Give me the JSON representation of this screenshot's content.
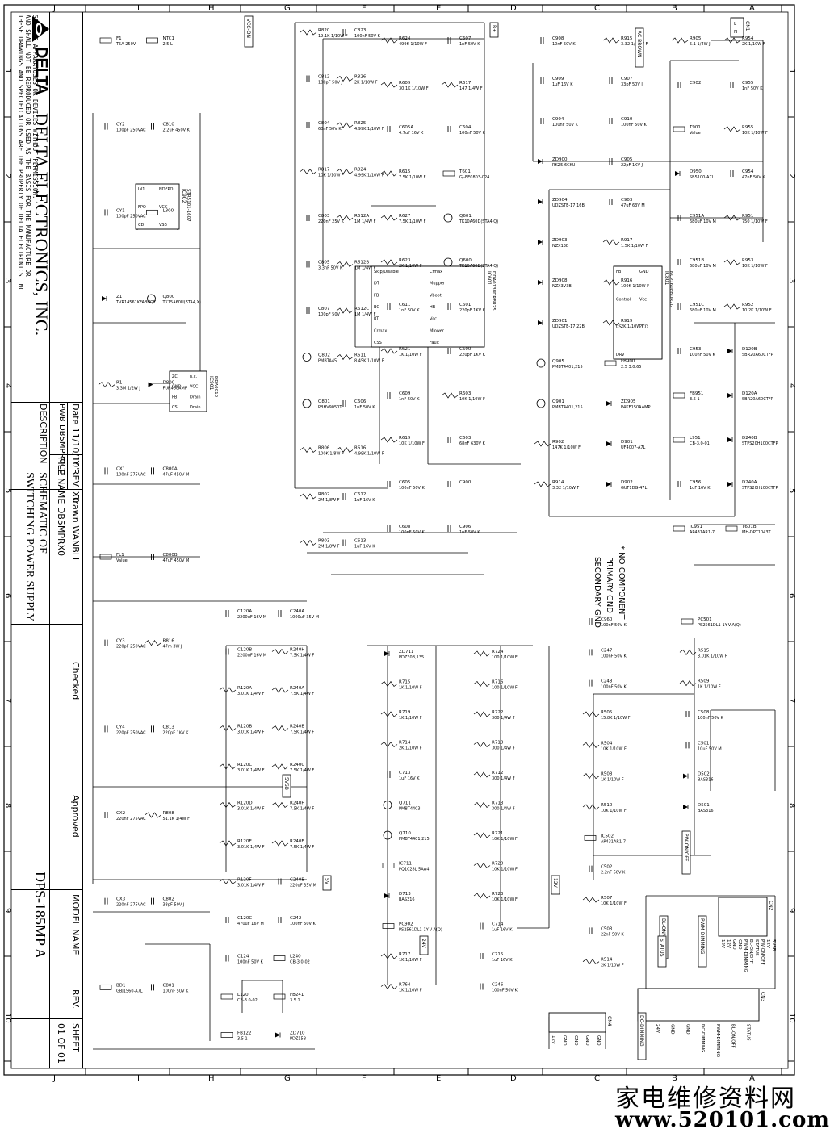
{
  "grid": {
    "cols": [
      "J",
      "I",
      "H",
      "G",
      "F",
      "E",
      "D",
      "C",
      "B",
      "A"
    ],
    "rows": [
      "1",
      "2",
      "3",
      "4",
      "5",
      "6",
      "7",
      "8",
      "9",
      "10"
    ]
  },
  "title_block": {
    "company": "DELTA ELECTRONICS, INC.",
    "logo_text": "DELTA",
    "notice": [
      "THESE DRAWINGS AND SPECIFICATIONS ARE THE PROPERTY OF DELTA ELECTRONICS INC",
      "AND SHALL NOT BE REPRODUCED OR USED AS THE BASIS FOR THE MANUFACTURE OR",
      "SELL OF APPARATUSES OR DEVICES WITHOUT PERMISSION."
    ],
    "date": "Date 11/10/10'",
    "ly_rev": "LY REV. X0",
    "drawn": "Drawn WANBLI",
    "pwb": "PWB DB5MPR0C0",
    "file_name": "FILE NAME DB5MPRX0",
    "description_label": "DESCRIPTION",
    "description": "SCHEMATIC OF",
    "description2": "SWITCHING POWER SUPPLY",
    "checked": "Checked",
    "approved": "Approved",
    "model_label": "MODEL NAME",
    "model": "DPS-185MP A",
    "rev_label": "REV.",
    "sheet_label": "SHEET",
    "sheet": "01 OF 01"
  },
  "notes": {
    "no_component": "* NO COMPONENT",
    "primary_gnd": "PRIMARY GND",
    "secondary_gnd": "SECONDARY GND"
  },
  "watermark": {
    "cn": "家电维修资料网",
    "url": "www.520101.com"
  },
  "ics": [
    {
      "ref": "IC902",
      "part": "STR5101-1607",
      "pins": [
        "IN1",
        "FPO",
        "CD",
        "NDFPO",
        "VCC",
        "VSS"
      ]
    },
    {
      "ref": "IC901",
      "part": "DDA0010",
      "pins": [
        "ZC",
        "GND",
        "FB",
        "CS",
        "n.c.",
        "VCC",
        "Drain",
        "Drain"
      ]
    },
    {
      "ref": "IC601",
      "part": "DDA0138DRBR25",
      "pins": [
        "Skip/Disable",
        "DT",
        "FB",
        "BO",
        "RT",
        "Crmax",
        "CSS",
        "Cfmax",
        "Mupper",
        "Vboot",
        "HB",
        "Vcc",
        "Mlower",
        "Fault"
      ]
    },
    {
      "ref": "IC801",
      "part": "NCP1608BDR2G",
      "pins": [
        "FB",
        "Control",
        "CS",
        "DRV",
        "GND",
        "Vcc",
        "ZCD"
      ]
    }
  ],
  "connectors": [
    {
      "ref": "CN1",
      "pins": [
        "L",
        "N"
      ]
    },
    {
      "ref": "CN2",
      "pins": [
        "12V",
        "12V",
        "GND",
        "GND",
        "PWM-DIMMING",
        "BL-ON/OFF",
        "STATUS",
        "PW-ON/OFF",
        "12V",
        "5VSB"
      ]
    },
    {
      "ref": "CN3",
      "pins": [
        "24V",
        "24V",
        "GND",
        "GND",
        "DC-DIMMING",
        "PWM-DIMMING",
        "BL-ON/OFF",
        "STATUS"
      ]
    },
    {
      "ref": "CN4",
      "pins": [
        "12V",
        "GND",
        "GND",
        "GND",
        "GND"
      ]
    }
  ],
  "nets": [
    "VCC-ON",
    "B+",
    "AC BROWN",
    "12V",
    "24V",
    "5V",
    "5VSB",
    "PW-ON/OFF",
    "BL-ON/OFF",
    "STATUS",
    "PWM-DIMMING",
    "DC-DIMMING"
  ],
  "components": [
    {
      "ref": "F1",
      "value": "T5A 250V"
    },
    {
      "ref": "CY2",
      "value": "100pF 250VAC"
    },
    {
      "ref": "CY1",
      "value": "100pF 250VAC"
    },
    {
      "ref": "Z1",
      "value": "TVR14561KFABUQY"
    },
    {
      "ref": "R1",
      "value": "3.3M 1/2W J"
    },
    {
      "ref": "CX1",
      "value": "100nF 275VAC"
    },
    {
      "ref": "FL1",
      "value": "Value"
    },
    {
      "ref": "CY3",
      "value": "220pF 250VAC"
    },
    {
      "ref": "CY4",
      "value": "220pF 250VAC"
    },
    {
      "ref": "CX2",
      "value": "220nF 275VAC"
    },
    {
      "ref": "CX3",
      "value": "220nF 275VAC"
    },
    {
      "ref": "BD1",
      "value": "GBJ1560-A7L"
    },
    {
      "ref": "NTC1",
      "value": "2.5 L"
    },
    {
      "ref": "C810",
      "value": "2.2uF 450V K"
    },
    {
      "ref": "L800",
      "value": ""
    },
    {
      "ref": "Q800",
      "value": "TK15A60U(STA4,X)"
    },
    {
      "ref": "D800",
      "value": "FUR460AMP"
    },
    {
      "ref": "C800A",
      "value": "47uF 450V M"
    },
    {
      "ref": "C800B",
      "value": "47uF 450V M"
    },
    {
      "ref": "R816",
      "value": "47m 3W J"
    },
    {
      "ref": "C813",
      "value": "220pF 1KV K"
    },
    {
      "ref": "R808",
      "value": "51.1K 1/4W F"
    },
    {
      "ref": "C802",
      "value": "33pF 50V J"
    },
    {
      "ref": "C801",
      "value": "100nF 50V K"
    },
    {
      "ref": "R820",
      "value": "19.1K 1/10W F"
    },
    {
      "ref": "C812",
      "value": "100pF 50V J"
    },
    {
      "ref": "C804",
      "value": "68nF 50V K"
    },
    {
      "ref": "R817",
      "value": "10K 1/10W F"
    },
    {
      "ref": "C803",
      "value": "220nF 25V K"
    },
    {
      "ref": "C805",
      "value": "3.3nF 50V K"
    },
    {
      "ref": "C807",
      "value": "100pF 50V J"
    },
    {
      "ref": "Q802",
      "value": "PMBTA45"
    },
    {
      "ref": "Q801",
      "value": "PBHV9050T"
    },
    {
      "ref": "R806",
      "value": "100K 1/8W F"
    },
    {
      "ref": "R802",
      "value": "2M 1/8W F"
    },
    {
      "ref": "R803",
      "value": "2M 1/8W F"
    },
    {
      "ref": "C823",
      "value": "100nF 50V K"
    },
    {
      "ref": "R826",
      "value": "2K 1/10W F"
    },
    {
      "ref": "R825",
      "value": "4.99K 1/10W F"
    },
    {
      "ref": "R824",
      "value": "4.99K 1/10W F"
    },
    {
      "ref": "R612A",
      "value": "1M 1/4W F"
    },
    {
      "ref": "R612B",
      "value": "1M 1/4W F"
    },
    {
      "ref": "R612C",
      "value": "1M 1/4W F"
    },
    {
      "ref": "R611",
      "value": "8.45K 1/10W F"
    },
    {
      "ref": "C606",
      "value": "1nF 50V K"
    },
    {
      "ref": "R616",
      "value": "4.99K 1/10W F"
    },
    {
      "ref": "C612",
      "value": "1uF 16V K"
    },
    {
      "ref": "C613",
      "value": "1uF 16V K"
    },
    {
      "ref": "R624",
      "value": "499K 1/10W F"
    },
    {
      "ref": "R609",
      "value": "30.1K 1/10W F"
    },
    {
      "ref": "C605A",
      "value": "4.7uF 16V K"
    },
    {
      "ref": "R615",
      "value": "7.5K 1/10W F"
    },
    {
      "ref": "R627",
      "value": "7.5K 1/10W F"
    },
    {
      "ref": "R623",
      "value": "2K 1/10W F"
    },
    {
      "ref": "C611",
      "value": "1nF 50V K"
    },
    {
      "ref": "R621",
      "value": "1K 1/10W F"
    },
    {
      "ref": "C609",
      "value": "1nF 50V K"
    },
    {
      "ref": "R619",
      "value": "10K 1/10W F"
    },
    {
      "ref": "C605",
      "value": "100nF 50V K"
    },
    {
      "ref": "C608",
      "value": "100nF 50V K"
    },
    {
      "ref": "C607",
      "value": "1nF 50V K"
    },
    {
      "ref": "R617",
      "value": "147 1/4W F"
    },
    {
      "ref": "C604",
      "value": "100nF 50V K"
    },
    {
      "ref": "T601",
      "value": "GJ-EE0803-024"
    },
    {
      "ref": "Q601",
      "value": "TK10A60D(STA4,Q)"
    },
    {
      "ref": "Q600",
      "value": "TK10A60D(STA4,Q)"
    },
    {
      "ref": "C601",
      "value": "220pF 1KV K"
    },
    {
      "ref": "C600",
      "value": "220pF 1KV K"
    },
    {
      "ref": "R603",
      "value": "10K 1/10W F"
    },
    {
      "ref": "C603",
      "value": "68nF 630V K"
    },
    {
      "ref": "C900",
      "value": ""
    },
    {
      "ref": "C906",
      "value": "1nF 50V K"
    },
    {
      "ref": "C908",
      "value": "10nF 50V K"
    },
    {
      "ref": "C909",
      "value": "1uF 16V K"
    },
    {
      "ref": "C904",
      "value": "100nF 50V K"
    },
    {
      "ref": "ZD900",
      "value": "RKZ5.6CKU"
    },
    {
      "ref": "ZD904",
      "value": "UDZSTE-17 16B"
    },
    {
      "ref": "ZD903",
      "value": "NZX13B"
    },
    {
      "ref": "ZD908",
      "value": "NZX3V3B"
    },
    {
      "ref": "ZD901",
      "value": "UDZSTE-17 22B"
    },
    {
      "ref": "Q905",
      "value": "PMBT4401,215"
    },
    {
      "ref": "Q901",
      "value": "PMBT4401,215"
    },
    {
      "ref": "R902",
      "value": "147K 1/10W F"
    },
    {
      "ref": "R914",
      "value": "3.32 1/10W F"
    },
    {
      "ref": "R915",
      "value": "3.32 1/10W F"
    },
    {
      "ref": "C907",
      "value": "33pF 50V J"
    },
    {
      "ref": "C910",
      "value": "100nF 50V K"
    },
    {
      "ref": "C905",
      "value": "22pF 1KV J"
    },
    {
      "ref": "C903",
      "value": "47uF 63V M"
    },
    {
      "ref": "R917",
      "value": "1.5K 1/10W F"
    },
    {
      "ref": "R916",
      "value": "100K 1/10W F"
    },
    {
      "ref": "R919",
      "value": "2K 1/10W F"
    },
    {
      "ref": "FB900",
      "value": "2.5 3.0.65"
    },
    {
      "ref": "ZD905",
      "value": "P4KE150AAMP"
    },
    {
      "ref": "D901",
      "value": "UF4007-A7L"
    },
    {
      "ref": "D902",
      "value": "GUF1DG-47L"
    },
    {
      "ref": "R905",
      "value": "5.1 1/4W J"
    },
    {
      "ref": "C902",
      "value": ""
    },
    {
      "ref": "T901",
      "value": "Value"
    },
    {
      "ref": "D950",
      "value": "SB5100-A7L"
    },
    {
      "ref": "C951A",
      "value": "680uF 10V M"
    },
    {
      "ref": "C951B",
      "value": "680uF 10V M"
    },
    {
      "ref": "C951C",
      "value": "680uF 10V M"
    },
    {
      "ref": "C953",
      "value": "100nF 50V K"
    },
    {
      "ref": "FB951",
      "value": "3.5 1"
    },
    {
      "ref": "L951",
      "value": "CB-3.0-01"
    },
    {
      "ref": "C956",
      "value": "1uF 16V K"
    },
    {
      "ref": "IC951",
      "value": "AP431AR1-7"
    },
    {
      "ref": "R954",
      "value": "2K 1/10W F"
    },
    {
      "ref": "C955",
      "value": "1nF 50V K"
    },
    {
      "ref": "R955",
      "value": "10K 1/10W F"
    },
    {
      "ref": "C954",
      "value": "47nF 50V K"
    },
    {
      "ref": "R951",
      "value": "750 1/10W F"
    },
    {
      "ref": "R953",
      "value": "10K 1/10W F"
    },
    {
      "ref": "R952",
      "value": "10.2K 1/10W F"
    },
    {
      "ref": "D120B",
      "value": "SBR20A60CTFP"
    },
    {
      "ref": "D120A",
      "value": "SBR20A60CTFP"
    },
    {
      "ref": "D240B",
      "value": "STPS20H100CTFP"
    },
    {
      "ref": "D240A",
      "value": "STPS20H100CTFP"
    },
    {
      "ref": "T601B",
      "value": "MH-DPT1043T"
    },
    {
      "ref": "C120A",
      "value": "2200uF 16V M"
    },
    {
      "ref": "C120B",
      "value": "2200uF 16V M"
    },
    {
      "ref": "R120A",
      "value": "3.01K 1/4W F"
    },
    {
      "ref": "R120B",
      "value": "3.01K 1/4W F"
    },
    {
      "ref": "R120C",
      "value": "3.01K 1/4W F"
    },
    {
      "ref": "R120D",
      "value": "3.01K 1/4W F"
    },
    {
      "ref": "R120E",
      "value": "3.01K 1/4W F"
    },
    {
      "ref": "R120F",
      "value": "3.01K 1/4W F"
    },
    {
      "ref": "C120C",
      "value": "470uF 16V M"
    },
    {
      "ref": "C124",
      "value": "100nF 50V K"
    },
    {
      "ref": "L120",
      "value": "CB-3.0-02"
    },
    {
      "ref": "FB122",
      "value": "3.5 1"
    },
    {
      "ref": "C240A",
      "value": "1000uF 35V M"
    },
    {
      "ref": "R240H",
      "value": "7.5K 1/4W F"
    },
    {
      "ref": "R240A",
      "value": "7.5K 1/4W F"
    },
    {
      "ref": "R240B",
      "value": "7.5K 1/4W F"
    },
    {
      "ref": "R240C",
      "value": "7.5K 1/4W F"
    },
    {
      "ref": "R240F",
      "value": "7.5K 1/4W F"
    },
    {
      "ref": "R240E",
      "value": "7.5K 1/4W F"
    },
    {
      "ref": "C240B",
      "value": "220uF 35V M"
    },
    {
      "ref": "C242",
      "value": "100nF 50V K"
    },
    {
      "ref": "L240",
      "value": "CB-3.0-02"
    },
    {
      "ref": "FB241",
      "value": "3.5 1"
    },
    {
      "ref": "ZD710",
      "value": "PDZ15B"
    },
    {
      "ref": "ZD711",
      "value": "PDZ30B,135"
    },
    {
      "ref": "R715",
      "value": "1K 1/10W F"
    },
    {
      "ref": "R719",
      "value": "1K 1/10W F"
    },
    {
      "ref": "R714",
      "value": "2K 1/10W F"
    },
    {
      "ref": "C713",
      "value": "1uF 16V K"
    },
    {
      "ref": "Q711",
      "value": "PMBT4403"
    },
    {
      "ref": "Q710",
      "value": "PMBT4401,215"
    },
    {
      "ref": "IC711",
      "value": "PQ1028L 5AA4"
    },
    {
      "ref": "D713",
      "value": "BAS316"
    },
    {
      "ref": "PC902",
      "value": "PS2561DL1-1Y-V-A(Q)"
    },
    {
      "ref": "R717",
      "value": "1K 1/10W F"
    },
    {
      "ref": "R764",
      "value": "1K 1/10W F"
    },
    {
      "ref": "R724",
      "value": "100 1/10W F"
    },
    {
      "ref": "R716",
      "value": "100 1/10W F"
    },
    {
      "ref": "R722",
      "value": "300 1/4W F"
    },
    {
      "ref": "R718",
      "value": "300 1/4W F"
    },
    {
      "ref": "R712",
      "value": "300 1/4W F"
    },
    {
      "ref": "R713",
      "value": "300 1/4W F"
    },
    {
      "ref": "R721",
      "value": "10K 1/10W F"
    },
    {
      "ref": "R720",
      "value": "10K 1/10W F"
    },
    {
      "ref": "R723",
      "value": "10K 1/10W F"
    },
    {
      "ref": "C714",
      "value": "1uF 16V K"
    },
    {
      "ref": "C715",
      "value": "1uF 16V K"
    },
    {
      "ref": "C246",
      "value": "100nF 50V K"
    },
    {
      "ref": "C960",
      "value": "100nF 50V K"
    },
    {
      "ref": "C247",
      "value": "100nF 50V K"
    },
    {
      "ref": "C248",
      "value": "100nF 50V K"
    },
    {
      "ref": "R505",
      "value": "15.8K 1/10W F"
    },
    {
      "ref": "R504",
      "value": "10K 1/10W F"
    },
    {
      "ref": "R508",
      "value": "1K 1/10W F"
    },
    {
      "ref": "R510",
      "value": "10K 1/10W F"
    },
    {
      "ref": "IC502",
      "value": "AP431AR1-7"
    },
    {
      "ref": "C502",
      "value": "2.2nF 50V K"
    },
    {
      "ref": "R507",
      "value": "10K 1/10W F"
    },
    {
      "ref": "C503",
      "value": "22nF 50V K"
    },
    {
      "ref": "R514",
      "value": "2K 1/10W F"
    },
    {
      "ref": "PC501",
      "value": "PS2561DL1-1Y-V-A(Q)"
    },
    {
      "ref": "R515",
      "value": "3.01K 1/10W F"
    },
    {
      "ref": "R509",
      "value": "1K 1/10W F"
    },
    {
      "ref": "C508",
      "value": "100nF 50V K"
    },
    {
      "ref": "C501",
      "value": "10uF 50V M"
    },
    {
      "ref": "D502",
      "value": "BAS316"
    },
    {
      "ref": "D501",
      "value": "BAS316"
    }
  ]
}
